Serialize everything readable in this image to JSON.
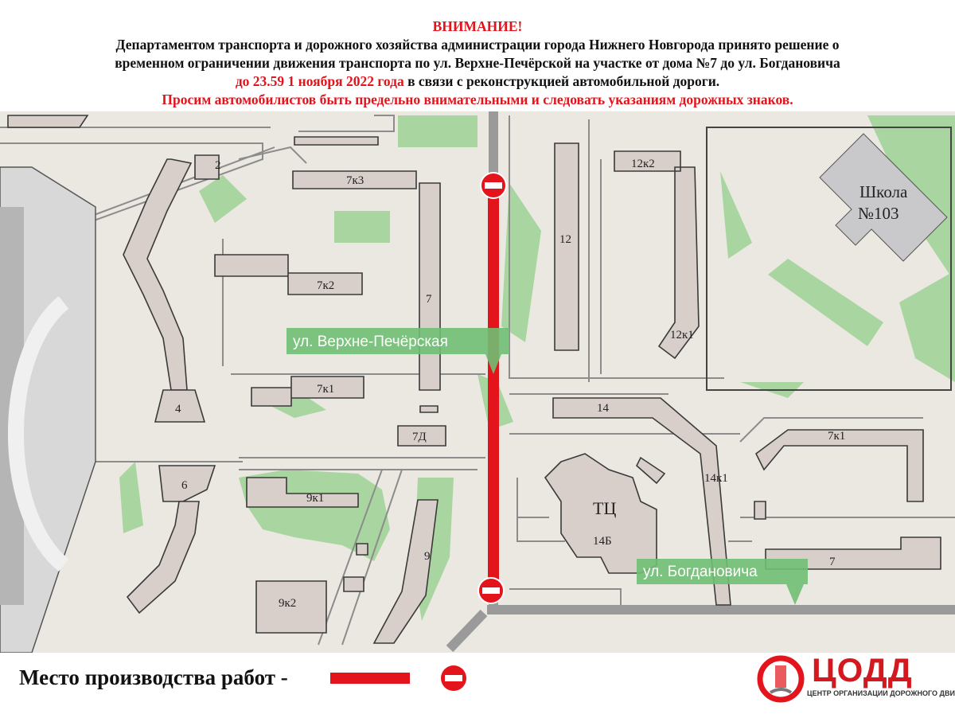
{
  "header": {
    "title": "ВНИМАНИЕ!",
    "line1": "Департаментом транспорта и дорожного хозяйства администрации города Нижнего Новгорода принято решение о",
    "line2": "временном ограничении движения транспорта по ул. Верхне-Печёрской на участке от дома №7 до ул. Богдановича",
    "line3_red": "до 23.59 1 ноября 2022 года",
    "line3_black": " в связи с реконструкцией автомобильной дороги.",
    "line4": "Просим автомобилистов быть предельно внимательными и следовать указаниям дорожных знаков."
  },
  "map": {
    "street_labels": {
      "main": "ул. Верхне-Печёрская",
      "cross": "ул. Богдановича"
    },
    "buildings": {
      "b2": "2",
      "b7k3": "7к3",
      "b7k2": "7к2",
      "b7": "7",
      "b7k1": "7к1",
      "b7d": "7Д",
      "b4": "4",
      "b6": "6",
      "b9k1": "9к1",
      "b9k2": "9к2",
      "b9": "9",
      "b12": "12",
      "b12k2": "12к2",
      "b12k1": "12к1",
      "b14": "14",
      "b14k1": "14к1",
      "tc": "ТЦ",
      "b14b": "14Б",
      "b7k1r": "7к1",
      "b7r": "7"
    },
    "school": {
      "name": "Школа",
      "number": "№103"
    },
    "colors": {
      "closure": "#e3141b",
      "green": "#a9d5a0",
      "building": "#d8cfcb",
      "label_bg": "#6fbf73"
    }
  },
  "legend": {
    "label": "Место производства работ -"
  },
  "logo": {
    "name": "ЦОДД",
    "subtitle": "ЦЕНТР ОРГАНИЗАЦИИ ДОРОЖНОГО ДВИЖЕНИЯ"
  }
}
